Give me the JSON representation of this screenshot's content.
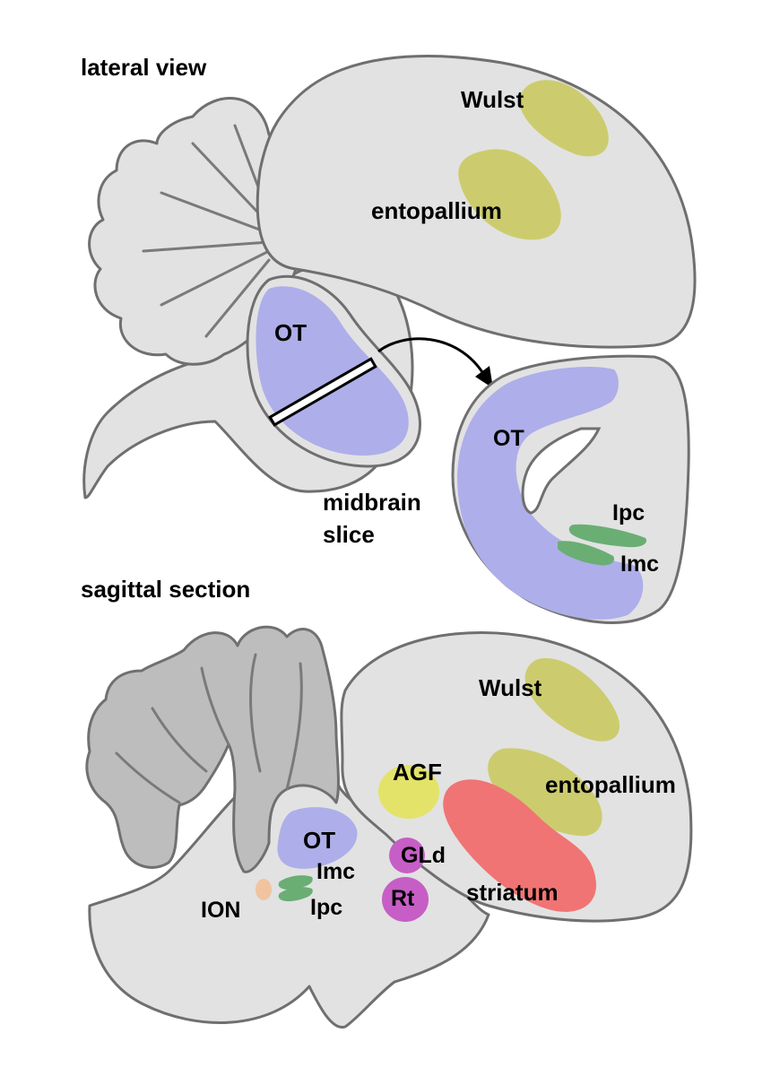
{
  "colors": {
    "background": "#ffffff",
    "tissue": "#e2e2e2",
    "outline": "#6f6f6f",
    "cerebellum": "#bdbdbd",
    "optic_tectum": "#aeaeea",
    "wulst_entopallium": "#cccc6e",
    "isthmic_nuclei": "#6aae74",
    "agf": "#e3e36a",
    "gld_rt": "#c65ec6",
    "striatum": "#f07474",
    "ion": "#f1c4a0"
  },
  "lateral_view": {
    "title": "lateral view",
    "labels": {
      "wulst": "Wulst",
      "entopallium": "entopallium",
      "ot": "OT"
    }
  },
  "midbrain_slice": {
    "caption_line1": "midbrain",
    "caption_line2": "slice",
    "labels": {
      "ot": "OT",
      "ipc": "Ipc",
      "imc": "Imc"
    }
  },
  "sagittal_section": {
    "title": "sagittal section",
    "labels": {
      "wulst": "Wulst",
      "entopallium": "entopallium",
      "agf": "AGF",
      "ot": "OT",
      "gld": "GLd",
      "imc": "Imc",
      "ipc": "Ipc",
      "rt": "Rt",
      "striatum": "striatum",
      "ion": "ION"
    }
  }
}
